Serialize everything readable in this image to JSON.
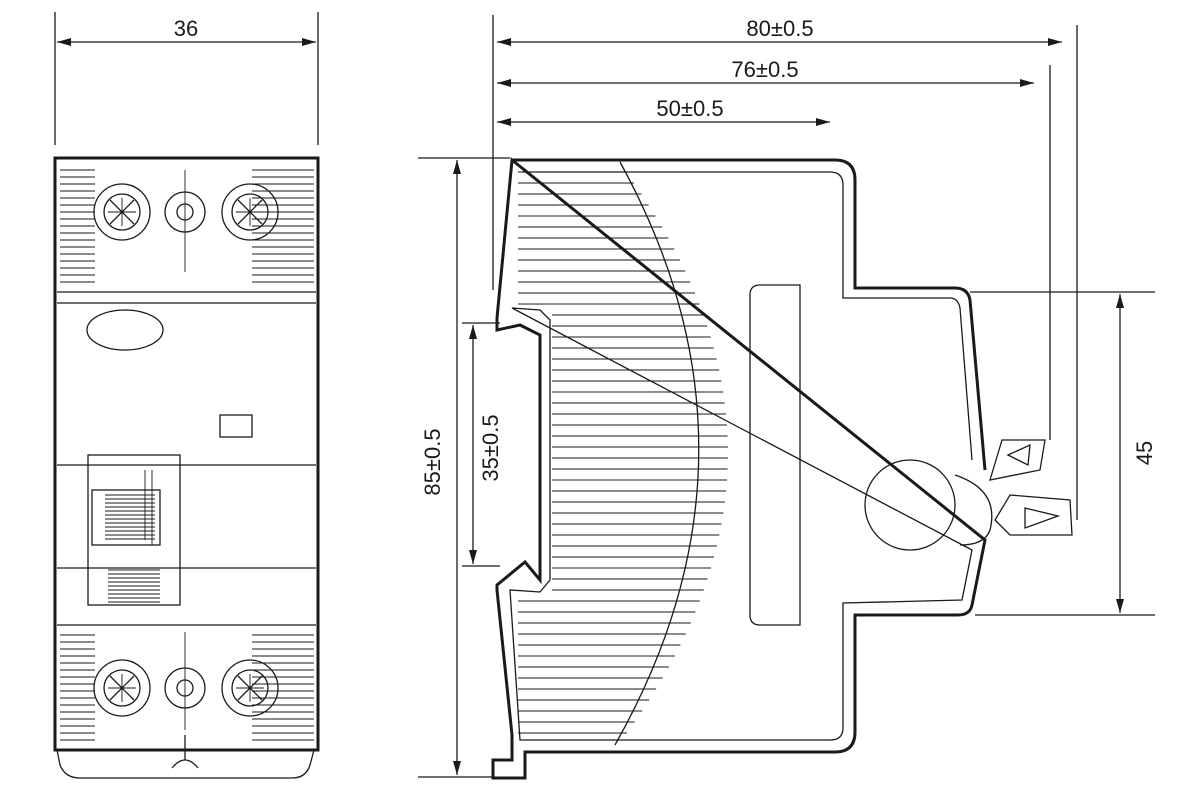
{
  "title": "Residual current circuit breaker dimension drawing",
  "dimensions": {
    "front_width": "36",
    "total_depth": "80±0.5",
    "depth_76": "76±0.5",
    "depth_50": "50±0.5",
    "height": "85±0.5",
    "din_rail": "35±0.5",
    "cover_height": "45"
  },
  "colors": {
    "line": "#1a1a1a",
    "background": "#ffffff"
  }
}
